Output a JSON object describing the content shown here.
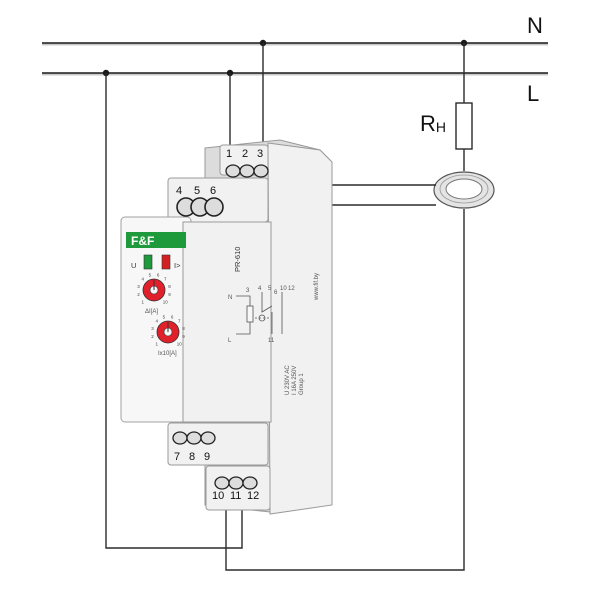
{
  "lines": {
    "neutral": "N",
    "live": "L"
  },
  "load": {
    "label": "R",
    "subscript": "H"
  },
  "device": {
    "model": "PR-610",
    "indicator_u": "U",
    "indicator_i": "I>",
    "knob1_label": "ΔI[A]",
    "knob2_label": "Ix10[A]",
    "knob1_scale": [
      "1",
      "2",
      "3",
      "4",
      "5",
      "6",
      "7",
      "8",
      "9",
      "10"
    ],
    "knob2_scale": [
      "1",
      "2",
      "3",
      "4",
      "5",
      "6",
      "7",
      "8",
      "9",
      "10"
    ],
    "spec_line1": "U 230V AC",
    "spec_line2": "I 16A 250V",
    "spec_line3": "Group 1",
    "website": "www.fif.by",
    "circuit_labels": [
      "N",
      "3",
      "4",
      "5",
      "6",
      "10",
      "11",
      "12",
      "L"
    ]
  },
  "terminals": {
    "top_upper": [
      "1",
      "2",
      "3"
    ],
    "top_lower": [
      "4",
      "5",
      "6"
    ],
    "bottom_upper": [
      "7",
      "8",
      "9"
    ],
    "bottom_lower": [
      "10",
      "11",
      "12"
    ]
  },
  "colors": {
    "knob_red": "#e0202a",
    "logo_green": "#1e9a3c",
    "led_green": "#1e9a3c",
    "led_red": "#d42020"
  }
}
